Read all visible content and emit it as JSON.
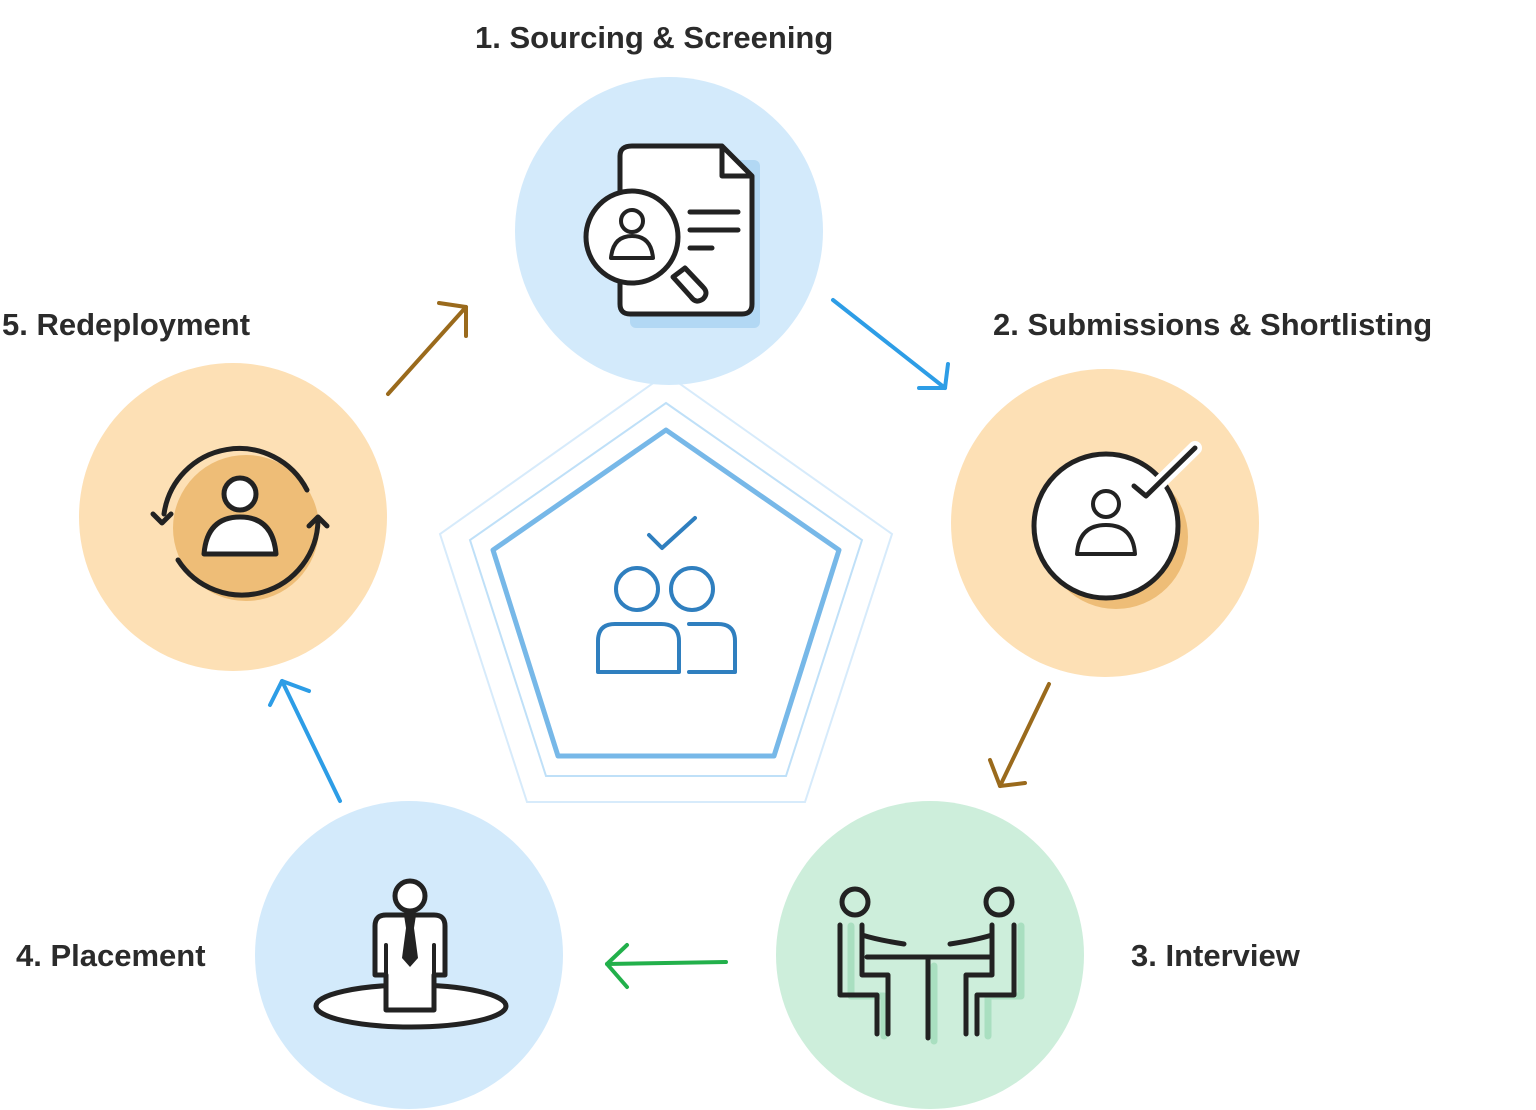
{
  "stages": [
    {
      "label": "1. Sourcing & Screening",
      "icon": "resume-search-icon",
      "fill": "#d3eafb"
    },
    {
      "label": "2. Submissions & Shortlisting",
      "icon": "candidate-check-icon",
      "fill": "#fde0b5"
    },
    {
      "label": "3. Interview",
      "icon": "interview-table-icon",
      "fill": "#cdeedb"
    },
    {
      "label": "4. Placement",
      "icon": "person-placement-icon",
      "fill": "#d3eafb"
    },
    {
      "label": "5. Redeployment",
      "icon": "person-cycle-icon",
      "fill": "#fde0b5"
    }
  ],
  "center": {
    "icon": "team-check-icon",
    "stroke": "#2f7fbf"
  },
  "colors": {
    "blue_arrow": "#2d9de6",
    "brown_arrow": "#9a6a1c",
    "green_arrow": "#22b04b",
    "icon_stroke": "#222222",
    "shadow_blue": "#b2d8f4",
    "shadow_orange": "#eebd77",
    "shadow_green": "#a9dfc0"
  }
}
